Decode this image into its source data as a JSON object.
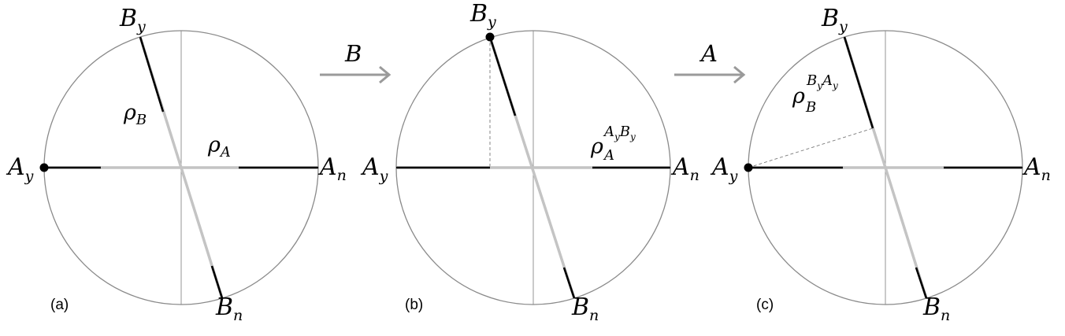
{
  "panels": [
    {
      "caption": "(a)",
      "labels": {
        "by": {
          "main": "B",
          "sub": "y"
        },
        "bn": {
          "main": "B",
          "sub": "n"
        },
        "ay": {
          "main": "A",
          "sub": "y"
        },
        "an": {
          "main": "A",
          "sub": "n"
        }
      },
      "state_labels": [
        {
          "rho": "ρ",
          "sub": "B"
        },
        {
          "rho": "ρ",
          "sub": "A"
        }
      ]
    },
    {
      "caption": "(b)",
      "labels": {
        "by": {
          "main": "B",
          "sub": "y"
        },
        "bn": {
          "main": "B",
          "sub": "n"
        },
        "ay": {
          "main": "A",
          "sub": "y"
        },
        "an": {
          "main": "A",
          "sub": "n"
        }
      },
      "state_labels": [
        {
          "rho": "ρ",
          "sub": "A",
          "sup1": "A",
          "sup1sub": "y",
          "sup2": "B",
          "sup2sub": "y"
        }
      ]
    },
    {
      "caption": "(c)",
      "labels": {
        "by": {
          "main": "B",
          "sub": "y"
        },
        "bn": {
          "main": "B",
          "sub": "n"
        },
        "ay": {
          "main": "A",
          "sub": "y"
        },
        "an": {
          "main": "A",
          "sub": "n"
        }
      },
      "state_labels": [
        {
          "rho": "ρ",
          "sub": "B",
          "sup1": "B",
          "sup1sub": "y",
          "sup2": "A",
          "sup2sub": "y"
        }
      ]
    }
  ],
  "arrows": [
    {
      "label": "B"
    },
    {
      "label": "A"
    }
  ]
}
